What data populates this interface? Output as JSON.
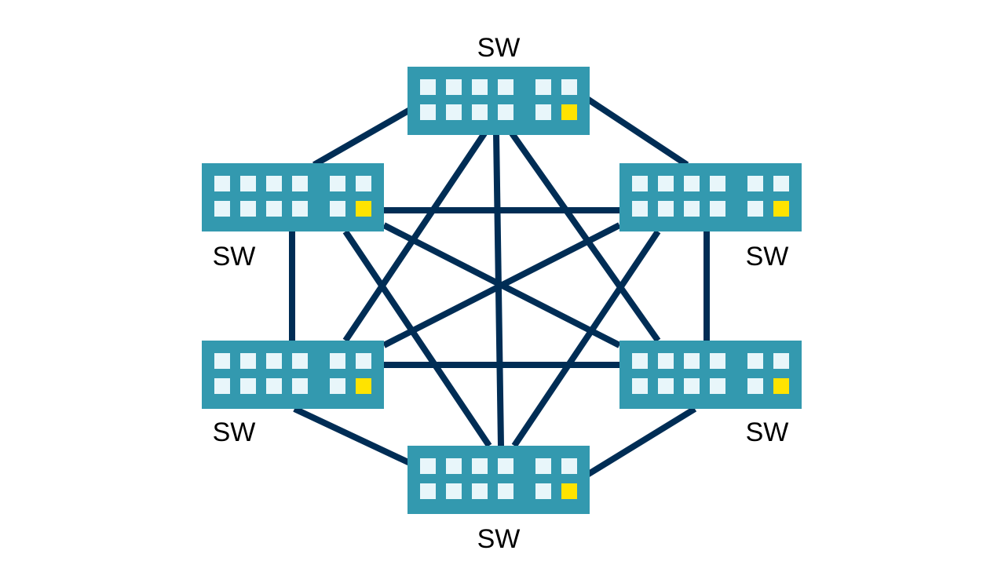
{
  "diagram": {
    "colors": {
      "link": "#002D55",
      "switch_body": "#3399AF",
      "port": "#E8F6FA",
      "port_active": "#FFE300",
      "label": "#000000"
    },
    "switches": [
      {
        "id": "top",
        "label": "SW",
        "icon": "network-switch-icon"
      },
      {
        "id": "upper-left",
        "label": "SW",
        "icon": "network-switch-icon"
      },
      {
        "id": "upper-right",
        "label": "SW",
        "icon": "network-switch-icon"
      },
      {
        "id": "lower-left",
        "label": "SW",
        "icon": "network-switch-icon"
      },
      {
        "id": "lower-right",
        "label": "SW",
        "icon": "network-switch-icon"
      },
      {
        "id": "bottom",
        "label": "SW",
        "icon": "network-switch-icon"
      }
    ],
    "links": [
      [
        "top",
        "upper-left"
      ],
      [
        "top",
        "upper-right"
      ],
      [
        "top",
        "lower-left"
      ],
      [
        "top",
        "lower-right"
      ],
      [
        "top",
        "bottom"
      ],
      [
        "upper-left",
        "upper-right"
      ],
      [
        "upper-left",
        "lower-left"
      ],
      [
        "upper-left",
        "lower-right"
      ],
      [
        "upper-left",
        "bottom"
      ],
      [
        "upper-right",
        "lower-left"
      ],
      [
        "upper-right",
        "lower-right"
      ],
      [
        "upper-right",
        "bottom"
      ],
      [
        "lower-left",
        "lower-right"
      ],
      [
        "lower-left",
        "bottom"
      ],
      [
        "lower-right",
        "bottom"
      ]
    ]
  }
}
